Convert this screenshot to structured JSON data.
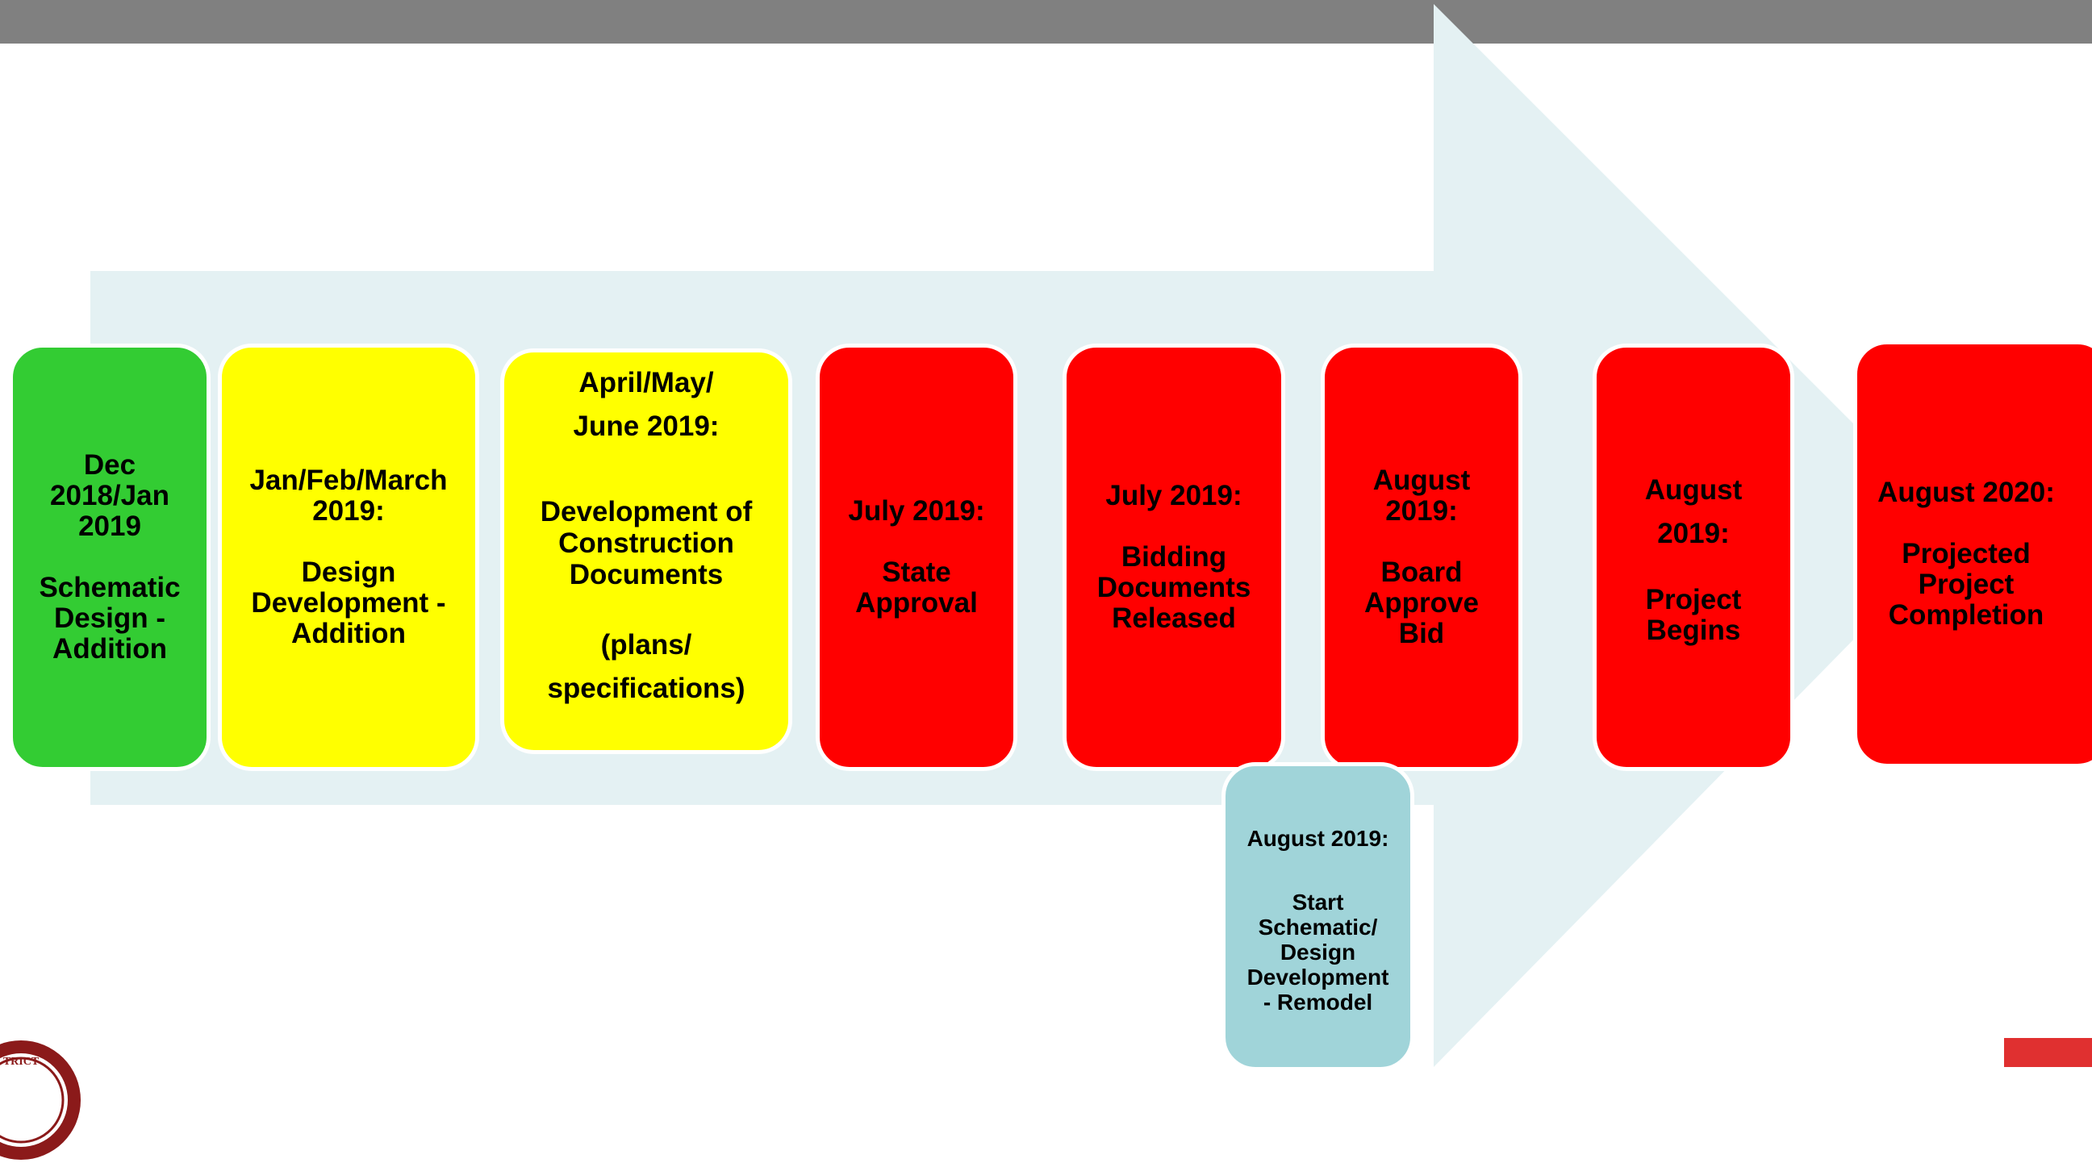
{
  "slide": {
    "header_bar_color": "#808080",
    "arrow_color": "#e4f1f3",
    "status_colors": {
      "green": "#33cc33",
      "yellow": "#ffff00",
      "red": "#ff0000",
      "teal": "#a0d4d9"
    }
  },
  "timeline": [
    {
      "date": "Dec 2018/Jan\n2019",
      "description": "Schematic\nDesign -\nAddition",
      "color": "green"
    },
    {
      "date": "Jan/Feb/March\n2019:",
      "description": "Design\nDevelopment -\nAddition",
      "color": "yellow"
    },
    {
      "date": "April/May/\nJune 2019:",
      "description": "Development of\nConstruction\nDocuments",
      "description_extra": "(plans/\nspecifications)",
      "color": "yellow"
    },
    {
      "date": "July 2019:",
      "description": "State\nApproval",
      "color": "red"
    },
    {
      "date": "July 2019:",
      "description": "Bidding\nDocuments\nReleased",
      "color": "red"
    },
    {
      "date": "August\n2019:",
      "description": "Board\nApprove\nBid",
      "color": "red"
    },
    {
      "date": "August\n2019:",
      "description": "Project\nBegins",
      "color": "red"
    },
    {
      "date": "August 2020:",
      "description": "Projected\nProject\nCompletion",
      "color": "red"
    }
  ],
  "side_milestone": {
    "date": "August 2019:",
    "description": "Start\nSchematic/\nDesign\nDevelopment\n- Remodel",
    "color": "teal"
  },
  "logo": {
    "icon": "district-seal-logo",
    "partial_text": "TRICT"
  }
}
